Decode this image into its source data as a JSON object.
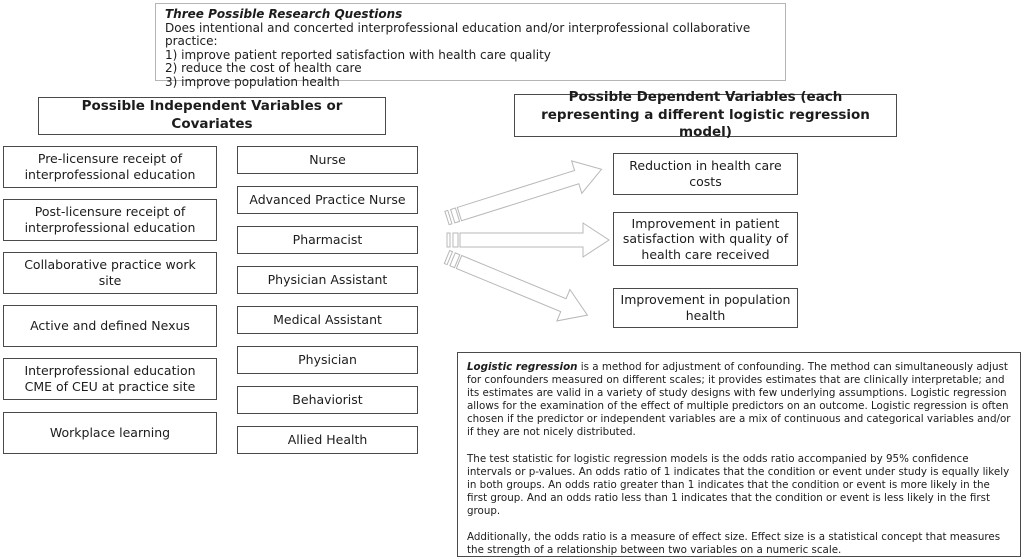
{
  "research_questions": {
    "title": "Three Possible Research Questions",
    "intro": "Does intentional and concerted interprofessional education and/or interprofessional collaborative practice:",
    "items": [
      "1) improve patient reported satisfaction with health care quality",
      "2) reduce the cost of health care",
      "3) improve population health"
    ]
  },
  "independent": {
    "header": "Possible Independent Variables or Covariates",
    "covariates": [
      "Pre-licensure receipt of interprofessional education",
      "Post-licensure receipt of interprofessional education",
      "Collaborative practice work site",
      "Active and defined Nexus",
      "Interprofessional education CME of CEU at practice site",
      "Workplace learning"
    ],
    "professions": [
      "Nurse",
      "Advanced Practice Nurse",
      "Pharmacist",
      "Physician Assistant",
      "Medical Assistant",
      "Physician",
      "Behaviorist",
      "Allied Health"
    ]
  },
  "dependent": {
    "header": "Possible Dependent Variables (each representing a different logistic regression model)",
    "outcomes": [
      "Reduction in health care costs",
      "Improvement in patient satisfaction with quality of health care received",
      "Improvement in population health"
    ]
  },
  "note": {
    "lead": "Logistic regression",
    "p1_rest": " is a method for adjustment of confounding. The method can simultaneously adjust for confounders measured on different scales; it provides estimates that are clinically interpretable; and its estimates are valid in a variety of study designs with few underlying assumptions. Logistic regression allows for the examination of the effect of multiple predictors on an outcome. Logistic regression is often chosen if the predictor or independent variables are a mix of continuous and categorical variables and/or if they are not nicely distributed.",
    "p2": "The test statistic for logistic regression models is the odds ratio accompanied by 95% confidence intervals or p-values. An odds ratio of 1 indicates that the condition or event under study is equally likely in both groups. An odds ratio greater than 1 indicates that the condition or event is more likely in the first group. And an odds ratio less than 1 indicates that the condition or event is less likely in the first group.",
    "p3": "Additionally, the odds ratio is a measure of effect size. Effect size is a statistical concept that measures the strength of a relationship between two variables on a numeric scale."
  },
  "icons": {
    "arrows": [
      "striped-arrow-up-right-icon",
      "striped-arrow-right-icon",
      "striped-arrow-down-right-icon"
    ]
  },
  "colors": {
    "background": "#ffffff",
    "box_border": "#4a4a4a",
    "light_border": "#b5b5b5",
    "arrow_stroke": "#b8b8b8",
    "text": "#1c1c1c"
  }
}
